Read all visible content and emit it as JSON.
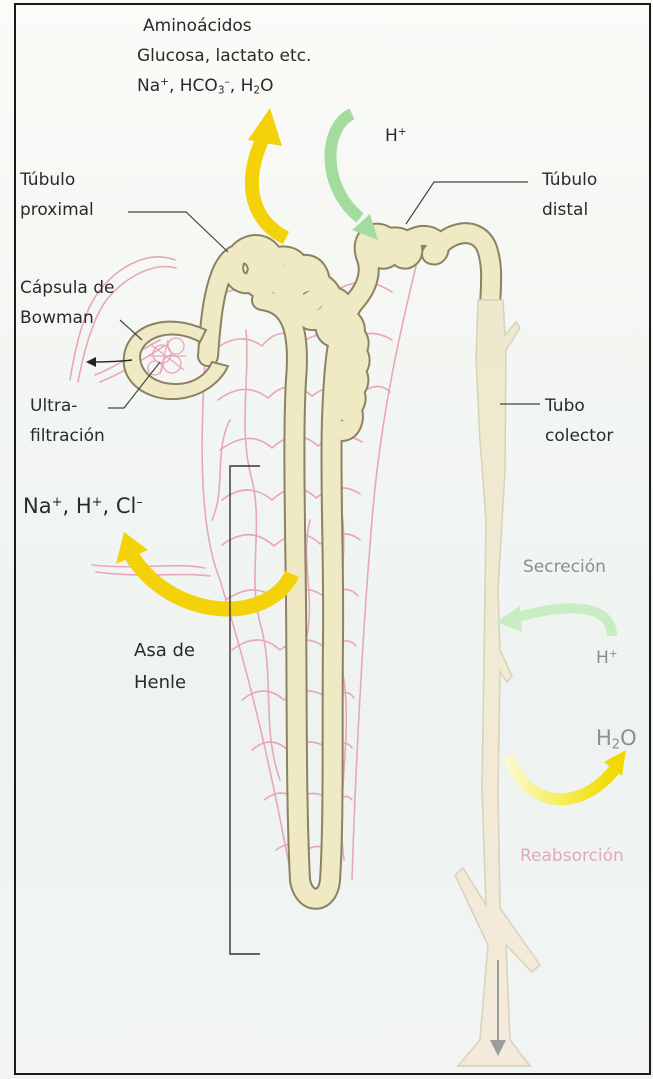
{
  "labels": {
    "substances_line1": "Aminoácidos",
    "substances_line2": "Glucosa, lactato etc.",
    "substances_line3": {
      "a": "Na",
      "a_sup": "+",
      "b": ", HCO",
      "b_sub": "3",
      "b_sup": "–",
      "c": ", H",
      "c_sub": "2",
      "d": "O"
    },
    "h_top": {
      "base": "H",
      "sup": "+"
    },
    "tubulo_proximal_1": "Túbulo",
    "tubulo_proximal_2": "proximal",
    "tubulo_distal_1": "Túbulo",
    "tubulo_distal_2": "distal",
    "capsula_1": "Cápsula de",
    "capsula_2": "Bowman",
    "ultra_1": "Ultra-",
    "ultra_2": "filtración",
    "tubo_colector_1": "Tubo",
    "tubo_colector_2": "colector",
    "ions": {
      "na": "Na",
      "na_sup": "+",
      "h": ", H",
      "h_sup": "+",
      "cl": ", Cl",
      "cl_sup": "–"
    },
    "asa_1": "Asa de",
    "asa_2": "Henle",
    "secrecion": "Secreción",
    "h_right": {
      "base": "H",
      "sup": "+"
    },
    "h2o_right": {
      "a": "H",
      "sub": "2",
      "b": "O"
    },
    "reabsorcion": "Reabsorción"
  },
  "colors": {
    "tubule_fill": "#efe9c4",
    "tubule_outline": "#8c8263",
    "capillary": "#e8a6bd",
    "yellow_arrow": "#f4d20a",
    "green_arrow": "#a4dca0",
    "bracket": "#333333"
  }
}
